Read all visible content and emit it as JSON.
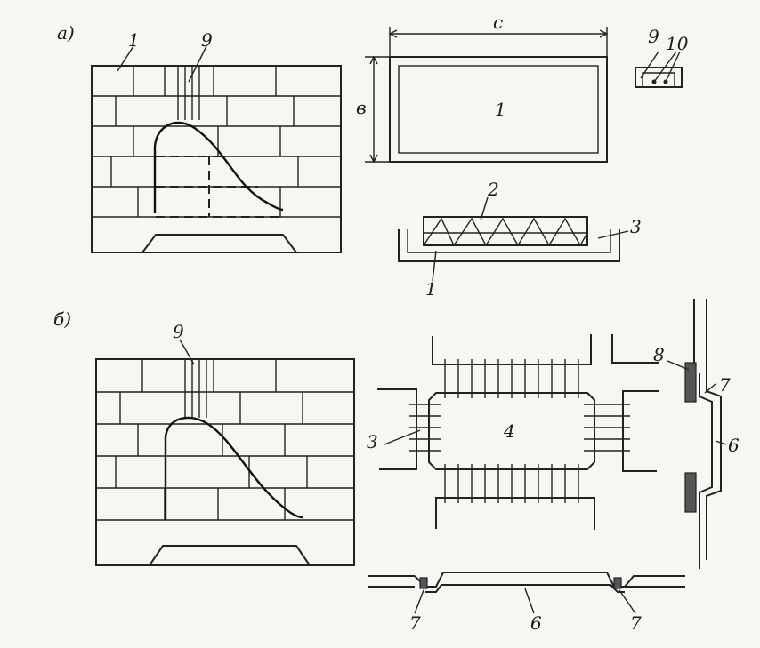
{
  "labels": {
    "panel_a": "а)",
    "panel_b": "б)",
    "a_wall_item1": "1",
    "a_wall_item9": "9",
    "a_dim_c": "с",
    "a_dim_b": "в",
    "a_plan_item1": "1",
    "a_detail_9": "9",
    "a_detail_10": "10",
    "a_section_2": "2",
    "a_section_3": "3",
    "a_section_1": "1",
    "b_wall_item9": "9",
    "b_item3": "3",
    "b_item4": "4",
    "b_item8": "8",
    "b_item7_right": "7",
    "b_item6_right": "6",
    "b_item7_left": "7",
    "b_item6_bottom": "6",
    "b_item7_bottom": "7"
  }
}
